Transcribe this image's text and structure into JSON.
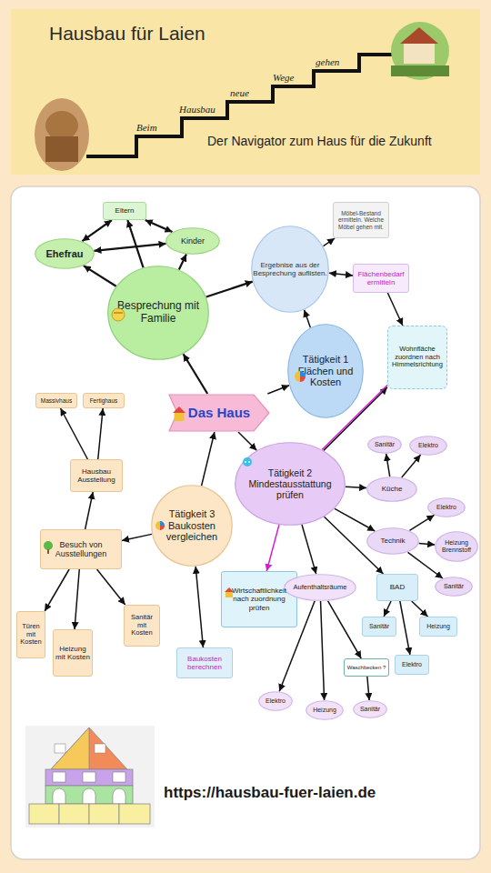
{
  "diagram": {
    "title": "Hausbau für Laien",
    "caption": "Der Navigator zum Haus für die Zukunft",
    "nodes": [
      {
        "text": [
          "Ehefrau"
        ]
      },
      {
        "text": [
          "Eltern"
        ]
      },
      {
        "text": [
          "Kinder"
        ]
      },
      {
        "text": [
          "Besprechung mit Familie"
        ]
      },
      {
        "text": [
          "Ergebnise aus der Besprechung auflisten."
        ]
      },
      {
        "text": [
          "Möbel-Bestand ermitteln. Welche Möbel gehen mit."
        ]
      },
      {
        "text": [
          "Flächenbedarf ermitteln"
        ]
      },
      {
        "text": [
          "Tätigkeit 1 Flächen und Kosten"
        ]
      },
      {
        "text": [
          "Wohnfläche zuordnen nach Himmelsrichtung"
        ]
      },
      {
        "text": [
          "Das Haus"
        ]
      },
      {
        "text": [
          "Tätigkeit 2 Mindestausstattung prüfen"
        ]
      },
      {
        "text": [
          "Sanitär"
        ]
      },
      {
        "text": [
          "Elektro"
        ]
      },
      {
        "text": [
          "Küche"
        ]
      },
      {
        "text": [
          "Elektro"
        ]
      },
      {
        "text": [
          "Heizung Brennstoff"
        ]
      },
      {
        "text": [
          "Technik"
        ]
      },
      {
        "text": [
          "Sanitär"
        ]
      },
      {
        "text": [
          "Wirtschaftlichkeit nach zuordnung prüfen"
        ]
      },
      {
        "text": [
          "Aufenthaltsräume"
        ]
      },
      {
        "text": [
          "BAD"
        ]
      },
      {
        "text": [
          "Sanitär"
        ]
      },
      {
        "text": [
          "Heizung"
        ]
      },
      {
        "text": [
          "Elektro"
        ]
      },
      {
        "text": [
          "Waschbecken ?"
        ]
      },
      {
        "text": [
          "Elektro"
        ]
      },
      {
        "text": [
          "Heizung"
        ]
      },
      {
        "text": [
          "Sanitär"
        ]
      },
      {
        "text": [
          "Baukosten berechnen"
        ]
      },
      {
        "text": [
          "Tätigkeit 3 Baukosten vergleichen"
        ]
      },
      {
        "text": [
          "Besuch von Ausstellungen"
        ]
      },
      {
        "text": [
          "Hausbau Ausstellung"
        ]
      },
      {
        "text": [
          "Massivhaus"
        ]
      },
      {
        "text": [
          "Fertighaus"
        ]
      },
      {
        "text": [
          "Türen mit Kosten"
        ]
      },
      {
        "text": [
          "Heizung mit Kosten"
        ]
      },
      {
        "text": [
          "Sanitär mit Kosten"
        ]
      }
    ],
    "edges": [
      {
        "from": 9,
        "to": 3,
        "arrow": "to"
      },
      {
        "from": 3,
        "to": 0,
        "arrow": "to"
      },
      {
        "from": 3,
        "to": 1,
        "arrow": "to"
      },
      {
        "from": 3,
        "to": 2,
        "arrow": "to"
      },
      {
        "from": 0,
        "to": 1,
        "arrow": "both"
      },
      {
        "from": 1,
        "to": 2,
        "arrow": "both"
      },
      {
        "from": 0,
        "to": 2,
        "arrow": "both"
      },
      {
        "from": 3,
        "to": 4,
        "arrow": "to"
      },
      {
        "from": 4,
        "to": 5,
        "arrow": "to"
      },
      {
        "from": 4,
        "to": 6,
        "arrow": "both"
      },
      {
        "from": 7,
        "to": 4,
        "arrow": "to"
      },
      {
        "from": 6,
        "to": 8,
        "arrow": "to"
      },
      {
        "from": 9,
        "to": 7,
        "arrow": "to"
      },
      {
        "from": 10,
        "to": 8,
        "arrow": "to"
      },
      {
        "from": 8,
        "to": 10,
        "arrow": "none"
      },
      {
        "from": 9,
        "to": 10,
        "arrow": "to"
      },
      {
        "from": 10,
        "to": 13,
        "arrow": "to"
      },
      {
        "from": 13,
        "to": 11,
        "arrow": "to"
      },
      {
        "from": 13,
        "to": 12,
        "arrow": "to"
      },
      {
        "from": 10,
        "to": 16,
        "arrow": "to"
      },
      {
        "from": 16,
        "to": 14,
        "arrow": "to"
      },
      {
        "from": 16,
        "to": 15,
        "arrow": "to"
      },
      {
        "from": 16,
        "to": 17,
        "arrow": "to"
      },
      {
        "from": 10,
        "to": 20,
        "arrow": "to"
      },
      {
        "from": 20,
        "to": 21,
        "arrow": "to"
      },
      {
        "from": 20,
        "to": 22,
        "arrow": "to"
      },
      {
        "from": 20,
        "to": 23,
        "arrow": "to"
      },
      {
        "from": 10,
        "to": 19,
        "arrow": "to"
      },
      {
        "from": 19,
        "to": 25,
        "arrow": "to"
      },
      {
        "from": 19,
        "to": 26,
        "arrow": "to"
      },
      {
        "from": 19,
        "to": 24,
        "arrow": "to"
      },
      {
        "from": 24,
        "to": 27,
        "arrow": "to"
      },
      {
        "from": 10,
        "to": 18,
        "arrow": "to"
      },
      {
        "from": 29,
        "to": 9,
        "arrow": "to"
      },
      {
        "from": 29,
        "to": 28,
        "arrow": "both"
      },
      {
        "from": 29,
        "to": 30,
        "arrow": "to"
      },
      {
        "from": 30,
        "to": 31,
        "arrow": "to"
      },
      {
        "from": 31,
        "to": 32,
        "arrow": "to"
      },
      {
        "from": 31,
        "to": 33,
        "arrow": "to"
      },
      {
        "from": 30,
        "to": 34,
        "arrow": "to"
      },
      {
        "from": 30,
        "to": 35,
        "arrow": "to"
      },
      {
        "from": 30,
        "to": 36,
        "arrow": "to"
      }
    ],
    "labels": [
      "Beim",
      "Hausbau",
      "neue",
      "Wege",
      "gehen",
      "https://hausbau-fuer-laien.de"
    ]
  }
}
